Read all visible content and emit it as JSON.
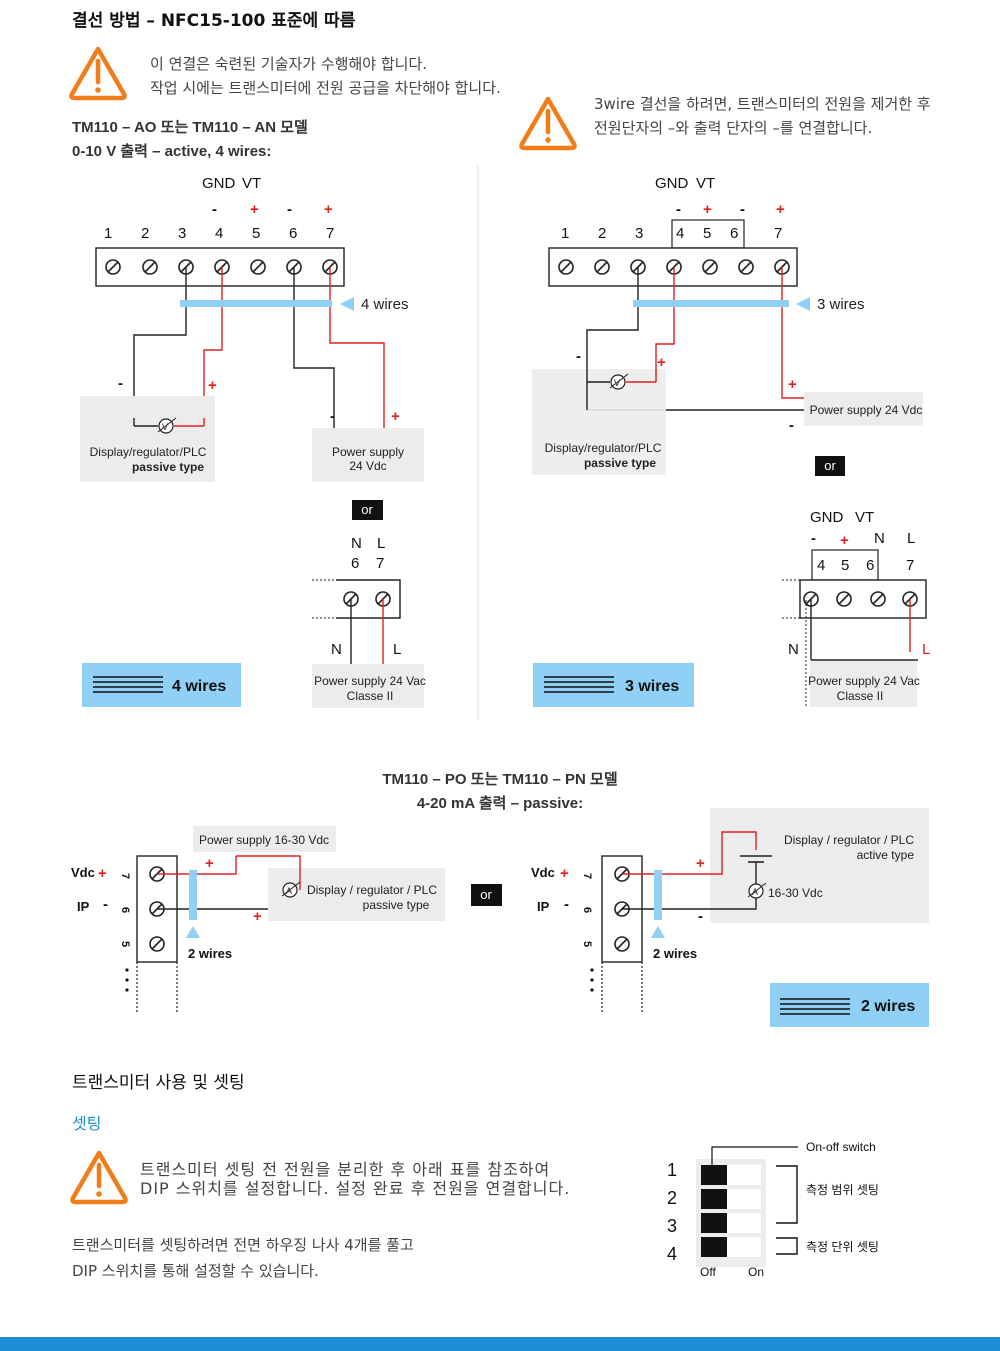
{
  "header": {
    "title": "결선 방법 – NFC15-100 표준에 따름"
  },
  "warning_top": {
    "line1": "이 연결은 숙련된 기술자가 수행해야 합니다.",
    "line2": "작업 시에는 트랜스미터에 전원 공급을 차단해야 합니다."
  },
  "warning_3wire": {
    "line1": "3wire 결선을 하려면, 트랜스미터의 전원을 제거한 후",
    "line2": "전원단자의 –와 출력 단자의 –를 연결합니다."
  },
  "model_ao": {
    "line1": "TM110 – AO 또는 TM110 – AN 모델",
    "line2": "0-10 V 출력 – active, 4 wires:"
  },
  "model_po": {
    "line1": "TM110 – PO 또는 TM110 – PN 모델",
    "line2": "4-20 mA 출력 – passive:"
  },
  "labels": {
    "gnd": "GND",
    "vt": "VT",
    "minus": "-",
    "plus": "+",
    "n": "N",
    "l": "L",
    "or": "or",
    "four_wires": "4 wires",
    "three_wires": "3 wires",
    "two_wires": "2 wires",
    "display_plc": "Display/regulator/PLC",
    "passive_type": "passive type",
    "power_supply": "Power supply",
    "v24dc": "24 Vdc",
    "power_supply_24vdc": "Power supply 24 Vdc",
    "power_supply_24vac": "Power supply 24 Vac",
    "classe2": "Classe II",
    "power_supply_1630": "Power supply 16-30 Vdc",
    "display_reg_plc": "Display / regulator / PLC",
    "active_type": "active type",
    "v1630": "16-30 Vdc",
    "vdc": "Vdc",
    "ip": "IP",
    "t1": "1",
    "t2": "2",
    "t3": "3",
    "t4": "4",
    "t5": "5",
    "t6": "6",
    "t7": "7",
    "volt": "V",
    "amp": "A"
  },
  "section2": {
    "title": "트랜스미터 사용 및 셋팅",
    "subtitle": "셋팅"
  },
  "warning_setting": {
    "line1": "트랜스미터 셋팅 전 전원을 분리한 후 아래 표를 참조하여",
    "line2": "DIP 스위치를 설정합니다. 설정 완료 후 전원을 연결합니다."
  },
  "setting_text": {
    "line1": "트랜스미터를 셋팅하려면 전면 하우징 나사 4개를 풀고",
    "line2": "DIP 스위치를 통해 설정할 수 있습니다."
  },
  "dip": {
    "numbers": [
      "1",
      "2",
      "3",
      "4"
    ],
    "onoff": "On-off switch",
    "range": "측정 범위 셋팅",
    "unit": "측정 단위 셋팅",
    "off": "Off",
    "on": "On"
  },
  "colors": {
    "accent_blue": "#1c8fd6",
    "light_blue": "#8fd0f4",
    "wire_red": "#e02020",
    "warning_orange": "#f07d1a",
    "box_gray": "#ececec"
  }
}
